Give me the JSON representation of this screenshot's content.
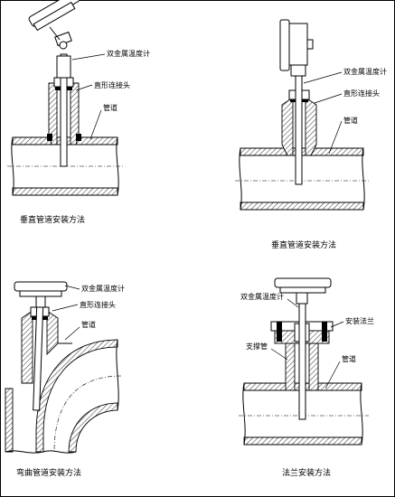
{
  "panels": [
    {
      "id": "vertical-1",
      "caption": "垂直管道安装方法",
      "labels": [
        "双金属温度计",
        "直形连接头",
        "管道"
      ]
    },
    {
      "id": "vertical-2",
      "caption": "垂直管道安装方法",
      "labels": [
        "双金属温度计",
        "直形连接头",
        "管道"
      ]
    },
    {
      "id": "elbow",
      "caption": "弯曲管道安装方法",
      "labels": [
        "双金属温度计",
        "直形连接头",
        "管道"
      ]
    },
    {
      "id": "flange",
      "caption": "法兰安装方法",
      "labels": [
        "双金属温度计",
        "安装法兰",
        "支撑管",
        "管道"
      ]
    }
  ]
}
